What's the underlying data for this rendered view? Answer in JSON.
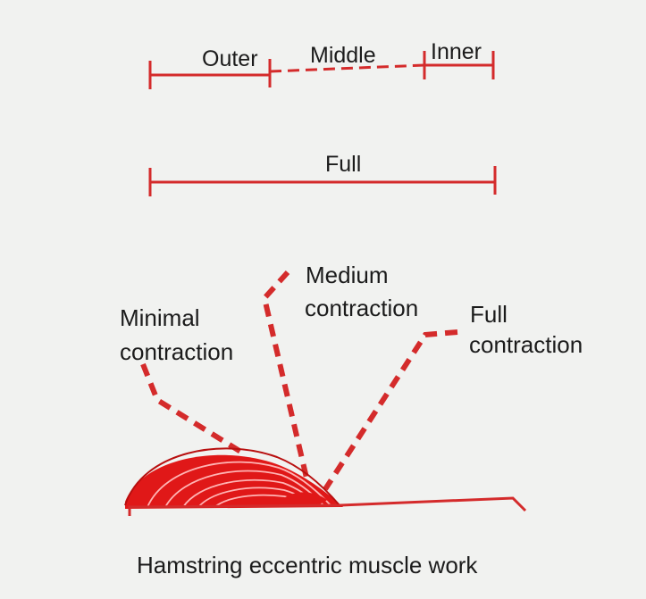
{
  "range_labels": {
    "outer": "Outer",
    "middle": "Middle",
    "inner": "Inner",
    "full": "Full"
  },
  "contraction_labels": {
    "minimal_line1": "Minimal",
    "minimal_line2": "contraction",
    "medium_line1": "Medium",
    "medium_line2": "contraction",
    "full_line1": "Full",
    "full_line2": "contraction"
  },
  "caption": "Hamstring eccentric muscle work",
  "colors": {
    "red": "#d42b2b",
    "muscle": "#e01818",
    "text": "#1b1b1b",
    "background": "#f1f2f0"
  }
}
